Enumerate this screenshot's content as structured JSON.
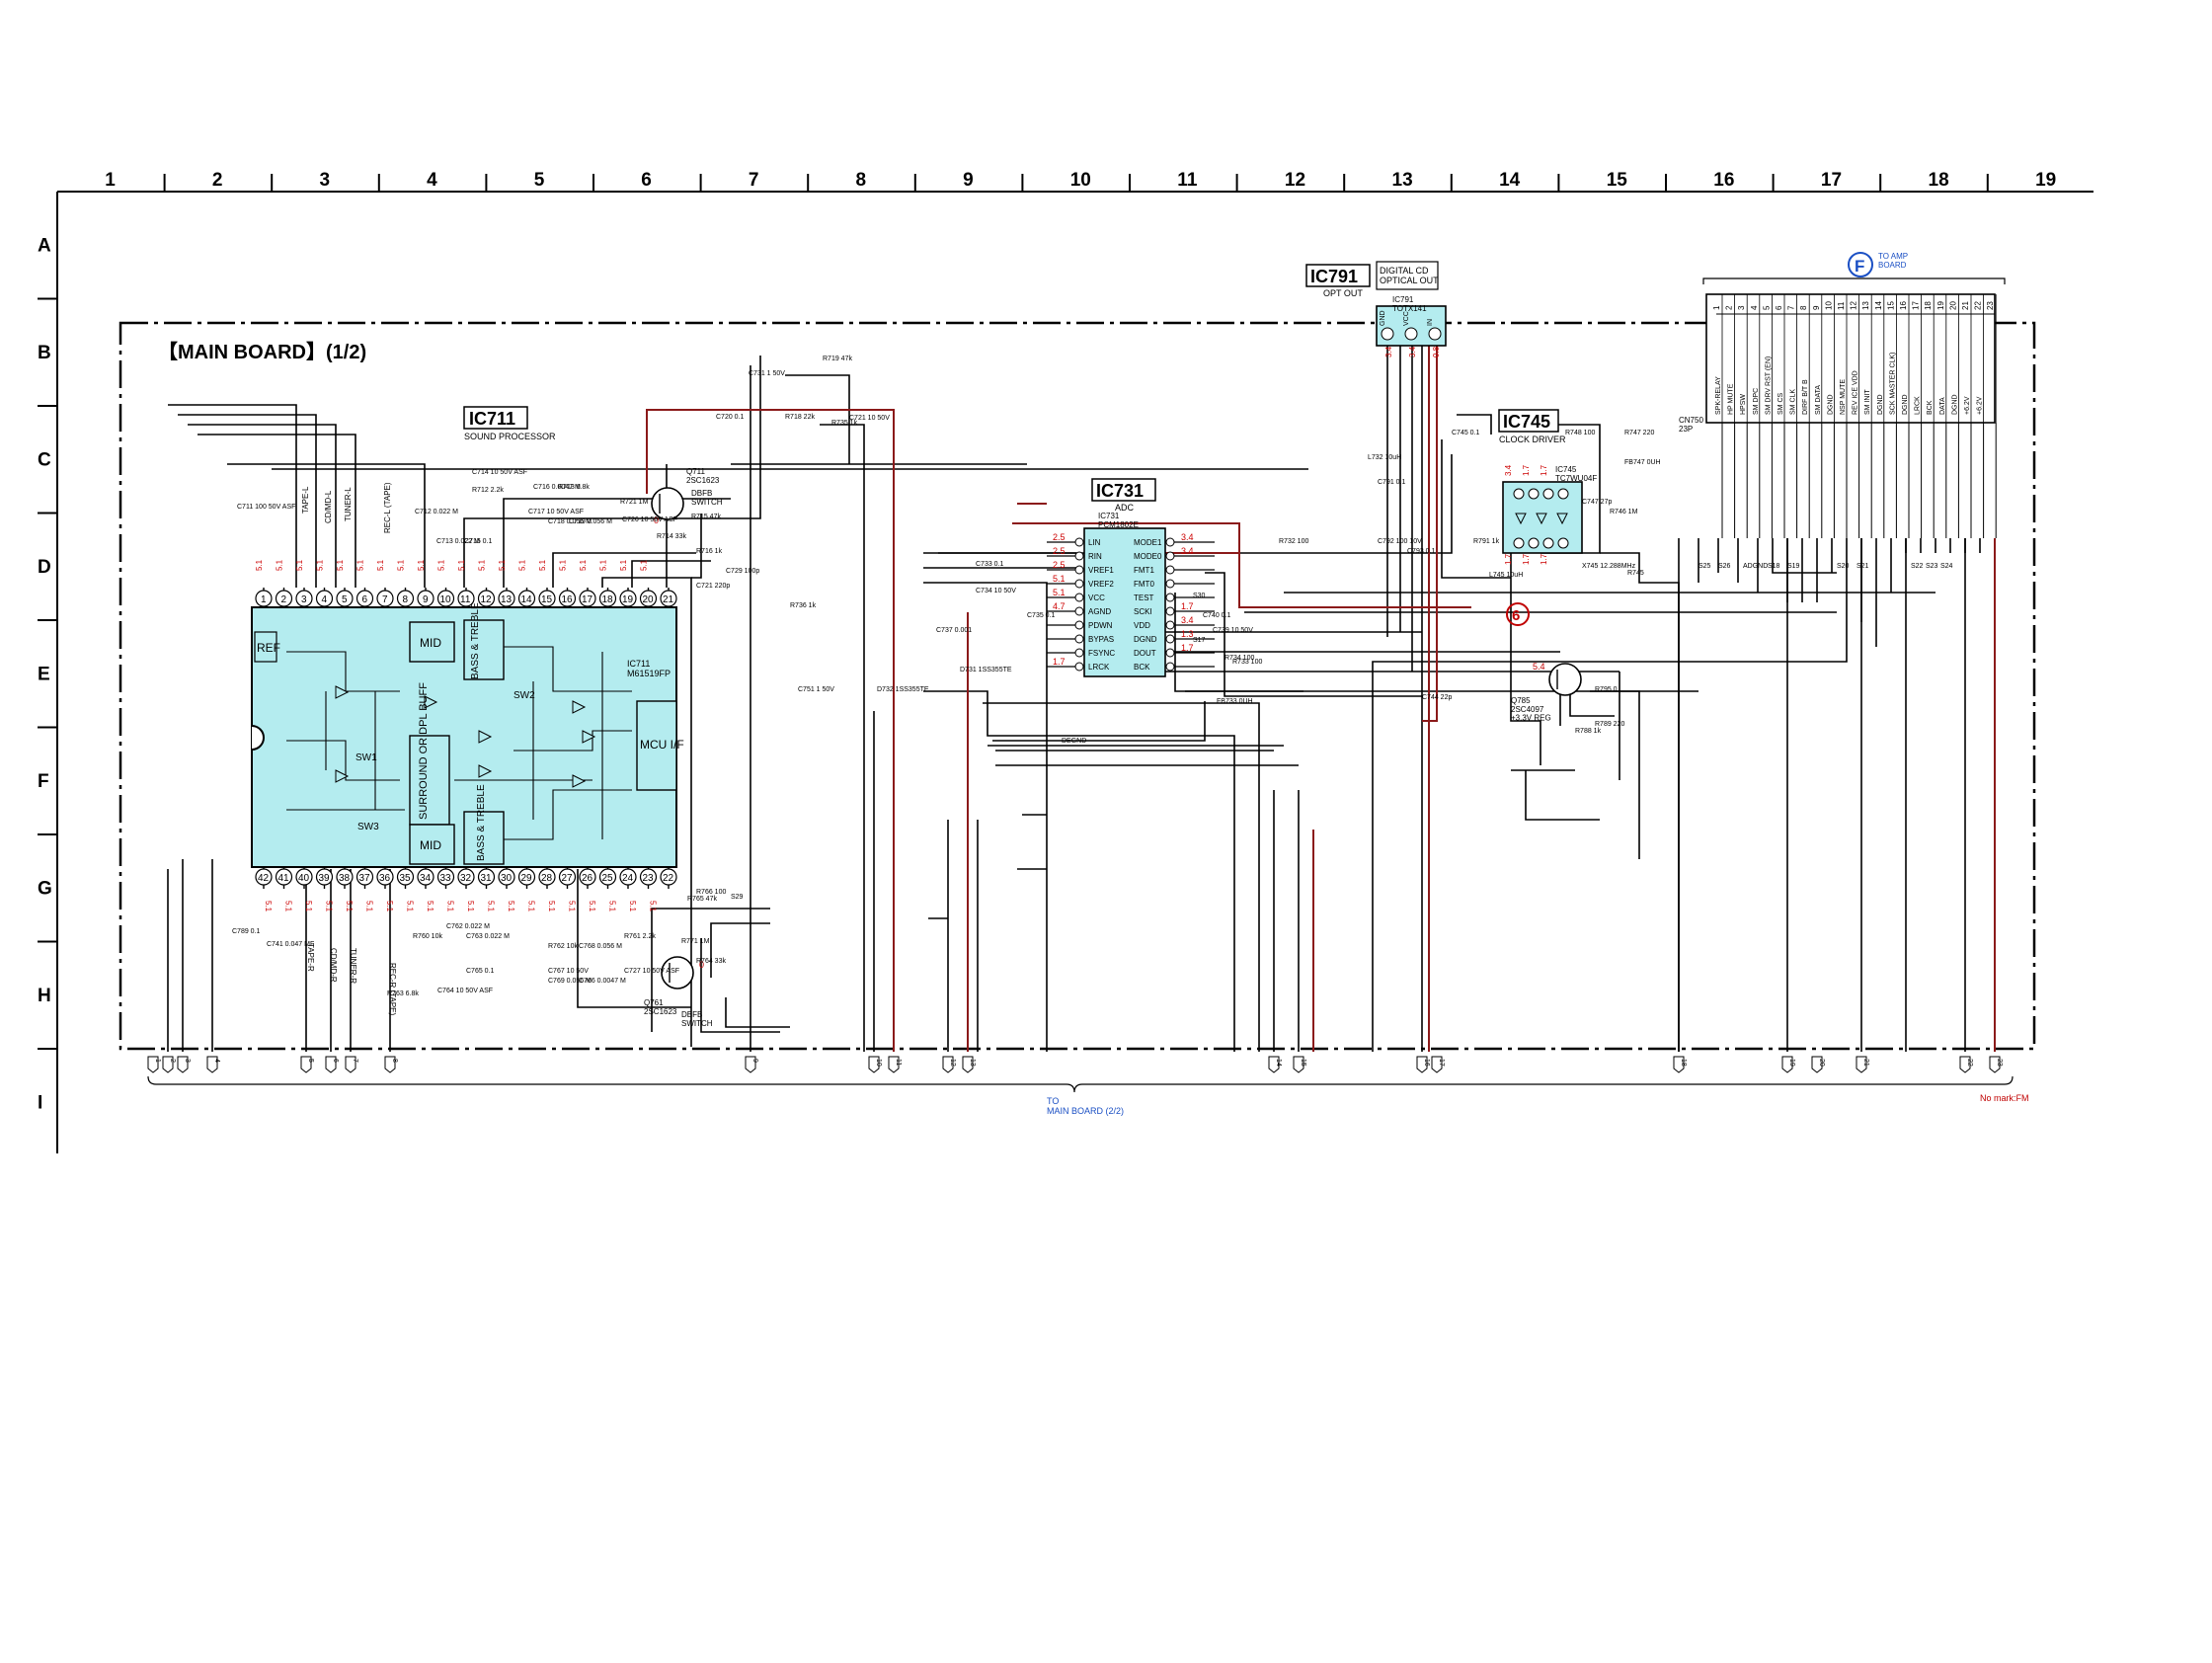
{
  "grid": {
    "columns": [
      "1",
      "2",
      "3",
      "4",
      "5",
      "6",
      "7",
      "8",
      "9",
      "10",
      "11",
      "12",
      "13",
      "14",
      "15",
      "16",
      "17",
      "18",
      "19"
    ],
    "rows": [
      "A",
      "B",
      "C",
      "D",
      "E",
      "F",
      "G",
      "H",
      "I"
    ]
  },
  "board_title": "【MAIN BOARD】(1/2)",
  "ic711": {
    "ref": "IC711",
    "function": "SOUND PROCESSOR",
    "part": "IC711\nM61519FP",
    "top_pins": [
      "1",
      "2",
      "3",
      "4",
      "5",
      "6",
      "7",
      "8",
      "9",
      "10",
      "11",
      "12",
      "13",
      "14",
      "15",
      "16",
      "17",
      "18",
      "19",
      "20",
      "21"
    ],
    "bottom_pins": [
      "42",
      "41",
      "40",
      "39",
      "38",
      "37",
      "36",
      "35",
      "34",
      "33",
      "32",
      "31",
      "30",
      "29",
      "28",
      "27",
      "26",
      "25",
      "24",
      "23",
      "22"
    ],
    "blocks": [
      "REF",
      "MID",
      "BASS & TREBLE",
      "SURROUND OR DPL BUFF",
      "MID",
      "BASS & TREBLE",
      "MCU I/F",
      "SW1",
      "SW2",
      "SW3"
    ],
    "top_voltages": [
      "5.1",
      "5.1",
      "5.1",
      "5.1",
      "5.1",
      "5.1",
      "5.1",
      "5.1",
      "5.1",
      "5.1",
      "5.1",
      "5.1",
      "5.1",
      "5.1",
      "5.1",
      "5.1",
      "5.1",
      "5.1",
      "5.1",
      "5.1"
    ],
    "bottom_voltages": [
      "5.1",
      "5.1",
      "5.1",
      "5.1",
      "5.1",
      "5.1",
      "5.1",
      "5.1",
      "5.1",
      "5.1",
      "5.1",
      "5.1",
      "5.1",
      "5.1",
      "5.1",
      "5.1",
      "5.1",
      "5.1",
      "5.1",
      "5.1"
    ]
  },
  "ic731": {
    "ref": "IC731",
    "function": "ADC",
    "part": "IC731\nPCM1802E",
    "left_pins": [
      "LIN",
      "RIN",
      "VREF1",
      "VREF2",
      "VCC",
      "AGND",
      "PDWN",
      "BYPAS",
      "FSYNC",
      "LRCK"
    ],
    "right_pins": [
      "MODE1",
      "MODE0",
      "FMT1",
      "FMT0",
      "TEST",
      "SCKI",
      "VDD",
      "DGND",
      "DOUT",
      "BCK"
    ],
    "left_voltages": [
      "2.5",
      "2.5",
      "2.5",
      "5.1",
      "5.1",
      "4.7",
      "",
      "",
      "",
      "1.7"
    ],
    "right_voltages": [
      "3.4",
      "3.4",
      "",
      "",
      "",
      "1.7",
      "3.4",
      "1.3",
      "1.7",
      ""
    ]
  },
  "ic745": {
    "ref": "IC745",
    "function": "CLOCK DRIVER",
    "part": "IC745\nTC7WU04F",
    "voltages": [
      "3.4",
      "1.7",
      "1.7",
      "1.7",
      "1.7",
      "1.7"
    ],
    "marker": "6"
  },
  "ic791": {
    "ref": "IC791",
    "function": "OPT OUT",
    "box_label": "DIGITAL CD\nOPTICAL OUT",
    "part": "IC791\nTOTX141",
    "pins": [
      "GND",
      "VCC",
      "IN"
    ],
    "voltages": [
      "3.4",
      "3.4",
      "0.8"
    ]
  },
  "connector_f": {
    "marker": "F",
    "destination": "TO AMP\nBOARD",
    "ref": "CN750\n23P",
    "pins": [
      "1",
      "2",
      "3",
      "4",
      "5",
      "6",
      "7",
      "8",
      "9",
      "10",
      "11",
      "12",
      "13",
      "14",
      "15",
      "16",
      "17",
      "18",
      "19",
      "20",
      "21",
      "22",
      "23"
    ],
    "signals": [
      "SPK-RELAY",
      "HP MUTE",
      "HPSW",
      "SM DPC",
      "SM DRV RST (EN)",
      "SM CS",
      "SM CLK",
      "DIRF B/T B",
      "SM DATA",
      "DGND",
      "NSP MUTE",
      "REV ICE VDD",
      "SM INIT",
      "DGND",
      "SCK MASTER CLK)",
      "DGND",
      "LRCK",
      "BCK",
      "DATA",
      "DGND",
      "+6.2V",
      "+6.2V",
      ""
    ]
  },
  "transistors": [
    {
      "ref": "Q711\n2SC1623",
      "role": "DBFB\nSWITCH",
      "voltage": "0"
    },
    {
      "ref": "Q761\n2SC1623",
      "role": "DBFB\nSWITCH",
      "voltage": "0"
    },
    {
      "ref": "Q785\n2SC4097\n+3.3V REG",
      "role": "",
      "voltage": "5.4"
    }
  ],
  "component_labels": [
    "C711 100 50V ASF",
    "C714 10 50V ASF",
    "C716 0.0047 M",
    "C715 0.1",
    "C713 0.022 M",
    "R712 2.2k",
    "R713 6.8k",
    "C712 0.022 M",
    "C717 10 50V ASF",
    "C718 0.056 M",
    "C719 0.056 M",
    "C726 10 50V ASF",
    "R721 1M",
    "R714 33k",
    "R715 47k",
    "R716 1k",
    "C721 220p",
    "C720 0.1",
    "R718 22k",
    "R719 47k",
    "R735 1k",
    "C721 10 50V",
    "C731 1 50V",
    "R736 1k",
    "C751 1 50V",
    "D732 1SS355TE",
    "C737 0.001",
    "D731 1SS355TE",
    "C733 0.1",
    "C734 10 50V",
    "C735 0.1",
    "C740 0.1",
    "C739 10 50V",
    "R734 100",
    "R733 100",
    "FB733 0UH",
    "R732 100",
    "L732 10uH",
    "C791 0.1",
    "C792 100 10V",
    "C793 0.1",
    "R791 1k",
    "L745 10uH",
    "C745 0.1",
    "R748 100",
    "R747 220",
    "FB747 0UH",
    "C747 27p",
    "R746 1M",
    "X745 12.288MHz",
    "R745",
    "C744 22p",
    "R795 0",
    "R789 220",
    "R788 1k",
    "C789 0.1",
    "C741 0.047 MF",
    "R760 10k",
    "C762 0.022 M",
    "C763 0.022 M",
    "C765 0.1",
    "C764 10 50V ASF",
    "R762 10k",
    "C767 10 50V",
    "C768 0.056 M",
    "C769 0.056 M",
    "C766 0.0047 M",
    "R763 6.8k",
    "R761 2.2k",
    "C727 10 50V ASF",
    "R771 1M",
    "R764 33k",
    "R765 47k",
    "R766 100",
    "C729 100p",
    "S29",
    "S30",
    "S17",
    "S18",
    "S19",
    "S20",
    "S21",
    "S22",
    "S23",
    "S24",
    "S25",
    "S26",
    "ADGND",
    "DEGND"
  ],
  "signal_tags_top": [
    "TAPE-L",
    "CD/MD-L",
    "TUNER-L",
    "REC-L (TAPE)"
  ],
  "signal_tags_bottom": [
    "TAPE-R",
    "CD/MD-R",
    "TUNER-R",
    "REC-R (TAPE)"
  ],
  "bottom_connector_numbers": [
    "1",
    "2",
    "3",
    "4",
    "5",
    "6",
    "7",
    "8",
    "9",
    "10",
    "11",
    "12",
    "13",
    "14",
    "15",
    "16",
    "17",
    "18",
    "19",
    "20",
    "21",
    "22",
    "23"
  ],
  "to_main_board": "TO\nMAIN BOARD (2/2)",
  "note": "No mark:FM",
  "colors": {
    "line": "#000000",
    "signal": "#8b0000",
    "ic_fill": "#b4ecef",
    "voltage": "#cc0000",
    "marker": "#1a4fc4"
  }
}
